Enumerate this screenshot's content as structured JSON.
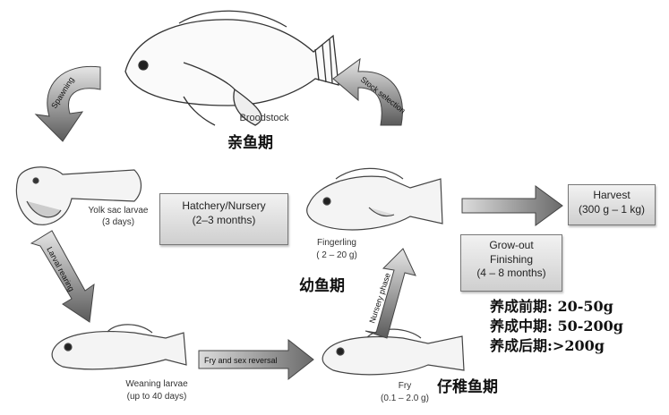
{
  "broodstock": {
    "label": "Broodstock",
    "cn": "亲鱼期"
  },
  "spawning": "Spawning",
  "stock_selection": "Stock selection",
  "yolk_sac": {
    "label": "Yolk sac larvae",
    "duration": "(3 days)"
  },
  "hatchery": {
    "line1": "Hatchery/Nursery",
    "line2": "(2–3 months)"
  },
  "fingerling": {
    "label": "Fingerling",
    "weight": "( 2 – 20 g)",
    "cn": "幼鱼期"
  },
  "harvest": {
    "line1": "Harvest",
    "line2": "(300 g – 1 kg)"
  },
  "growout": {
    "line1": "Grow-out",
    "line2": "Finishing",
    "line3": "(4 – 8 months)"
  },
  "larval_rearing": "Larval rearing",
  "nursery_phase": "Nursery phase",
  "fry_sex_reversal": "Fry and sex reversal",
  "weaning": {
    "label": "Weaning larvae",
    "duration": "(up to 40 days)"
  },
  "fry": {
    "label": "Fry",
    "weight": "(0.1 – 2.0 g)",
    "cn": "仔稚鱼期"
  },
  "growout_stages": [
    "养成前期: 20-50g",
    "养成中期: 50-200g",
    "养成后期:>200g"
  ]
}
